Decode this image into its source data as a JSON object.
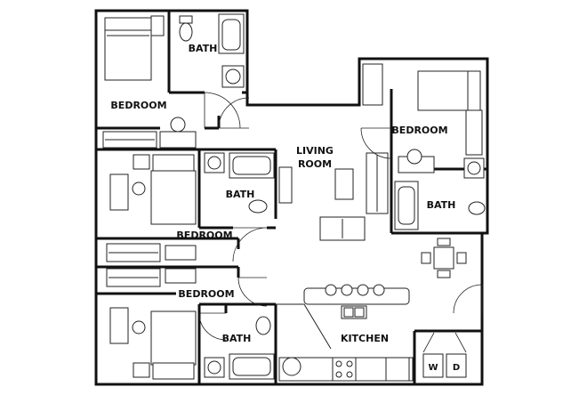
{
  "labels": {
    "bath_top": "BATH",
    "bedroom_top": "BEDROOM",
    "living_line1": "LIVING",
    "living_line2": "ROOM",
    "bedroom_right": "BEDROOM",
    "bath_right": "BATH",
    "bath_mid": "BATH",
    "bedroom_mid": "BEDROOM",
    "bedroom_bottom": "BEDROOM",
    "bath_bottom": "BATH",
    "kitchen": "KITCHEN",
    "washer": "W",
    "dryer": "D"
  }
}
